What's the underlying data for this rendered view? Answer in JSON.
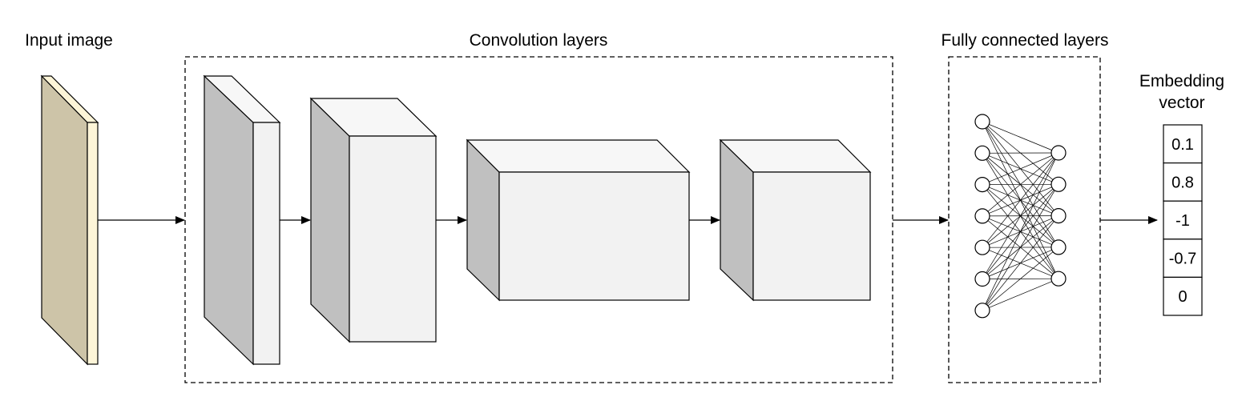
{
  "labels": {
    "input_image": "Input image",
    "convolution_layers": "Convolution layers",
    "fully_connected_layers": "Fully connected layers",
    "embedding_line1": "Embedding",
    "embedding_line2": "vector"
  },
  "embedding_vector": [
    "0.1",
    "0.8",
    "-1",
    "-0.7",
    "0"
  ],
  "fc_network": {
    "left_nodes": 7,
    "right_nodes": 5
  },
  "colors": {
    "image_side": "#cdc4a8",
    "image_face": "#fdf5d8",
    "block_side": "#c0c0c0",
    "block_face": "#f2f2f2",
    "block_top": "#f7f7f7",
    "stroke": "#000000"
  }
}
